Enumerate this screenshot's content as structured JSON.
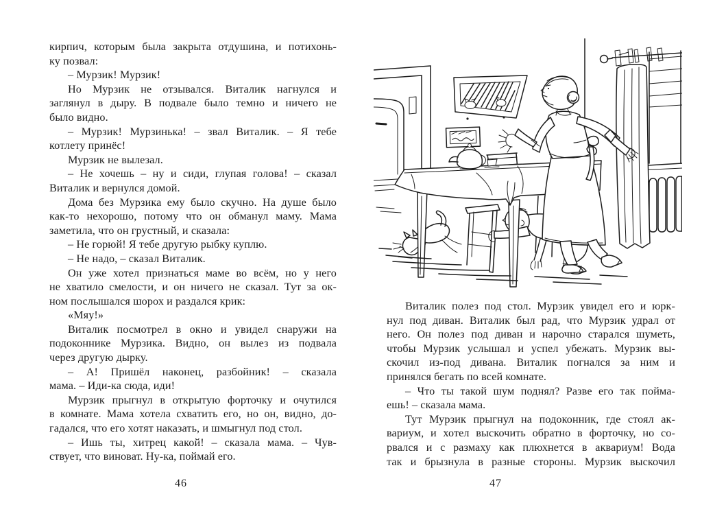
{
  "meta": {
    "document_type": "book-spread",
    "language": "ru"
  },
  "colors": {
    "paper": "#ffffff",
    "ink": "#1d1d1d"
  },
  "left_page": {
    "page_number": "46",
    "lines": [
      {
        "text": "кирпич, которым была закрыта отдушина, и потихонь-",
        "indent": false,
        "para_end": false
      },
      {
        "text": "ку позвал:",
        "indent": false,
        "para_end": true
      },
      {
        "text": "– Мурзик! Мурзик!",
        "indent": true,
        "para_end": true
      },
      {
        "text": "Но Мурзик не отзывался. Виталик нагнулся и",
        "indent": true,
        "para_end": false
      },
      {
        "text": "заглянул в дыру. В подвале было темно и ничего не",
        "indent": false,
        "para_end": false
      },
      {
        "text": "было видно.",
        "indent": false,
        "para_end": true
      },
      {
        "text": "– Мурзик! Мурзинька! – звал Виталик. – Я тебе",
        "indent": true,
        "para_end": false
      },
      {
        "text": "котлету принёс!",
        "indent": false,
        "para_end": true
      },
      {
        "text": "Мурзик не вылезал.",
        "indent": true,
        "para_end": true
      },
      {
        "text": "– Не хочешь – ну и сиди, глупая голова! – сказал",
        "indent": true,
        "para_end": false
      },
      {
        "text": "Виталик и вернулся домой.",
        "indent": false,
        "para_end": true
      },
      {
        "text": "Дома без Мурзика ему было скучно. На душе было",
        "indent": true,
        "para_end": false
      },
      {
        "text": "как-то нехорошо, потому что он обманул маму. Мама",
        "indent": false,
        "para_end": false
      },
      {
        "text": "заметила, что он грустный, и сказала:",
        "indent": false,
        "para_end": true
      },
      {
        "text": "– Не горюй! Я тебе другую рыбку куплю.",
        "indent": true,
        "para_end": true
      },
      {
        "text": "– Не надо, – сказал Виталик.",
        "indent": true,
        "para_end": true
      },
      {
        "text": "Он уже хотел признаться маме во всём, но у него",
        "indent": true,
        "para_end": false
      },
      {
        "text": "не хватило смелости, и он ничего не сказал. Тут за ок-",
        "indent": false,
        "para_end": false
      },
      {
        "text": "ном послышался шорох и раздался крик:",
        "indent": false,
        "para_end": true
      },
      {
        "text": "«Мяу!»",
        "indent": true,
        "para_end": true
      },
      {
        "text": "Виталик посмотрел в окно и увидел снаружи на",
        "indent": true,
        "para_end": false
      },
      {
        "text": "подоконнике Мурзика. Видно, он вылез из подвала",
        "indent": false,
        "para_end": false
      },
      {
        "text": "через другую дырку.",
        "indent": false,
        "para_end": true
      },
      {
        "text": "– А! Пришёл наконец, разбойник! – сказала",
        "indent": true,
        "para_end": false
      },
      {
        "text": "мама. – Иди-ка сюда, иди!",
        "indent": false,
        "para_end": true
      },
      {
        "text": "Мурзик прыгнул в открытую форточку и очутился",
        "indent": true,
        "para_end": false
      },
      {
        "text": "в комнате. Мама хотела схватить его, но он, видно, до-",
        "indent": false,
        "para_end": false
      },
      {
        "text": "гадался, что его хотят наказать, и шмыгнул под стол.",
        "indent": false,
        "para_end": true
      },
      {
        "text": "– Ишь ты, хитрец какой! – сказала мама. – Чув-",
        "indent": true,
        "para_end": false
      },
      {
        "text": "ствует, что виноват. Ну-ка, поймай его.",
        "indent": false,
        "para_end": true
      }
    ]
  },
  "right_page": {
    "page_number": "47",
    "illustration": {
      "description": "Black-and-white line drawing: a mother in an apron stands beside a table covered with a tablecloth with a teapot on it; a boy crawls on all fours under the table chasing a cat that runs away; an open door at left, a framed picture of cats and a small picture on the wall, a window with a curtain on a rod and a radiator at right.",
      "elements": [
        "open-door",
        "wall-picture-with-cats",
        "small-wall-picture",
        "teapot",
        "dining-table-with-tablecloth",
        "chairs",
        "running-cat",
        "crawling-boy",
        "mother-in-apron",
        "curtain-rod",
        "curtain",
        "window",
        "radiator",
        "floor-shading"
      ]
    },
    "lines": [
      {
        "text": "Виталик полез под стол. Мурзик увидел его и юрк-",
        "indent": true,
        "para_end": false
      },
      {
        "text": "нул под диван. Виталик был рад, что Мурзик удрал от",
        "indent": false,
        "para_end": false
      },
      {
        "text": "него. Он полез под диван и нарочно старался шуметь,",
        "indent": false,
        "para_end": false
      },
      {
        "text": "чтобы Мурзик услышал и успел убежать. Мурзик вы-",
        "indent": false,
        "para_end": false
      },
      {
        "text": "скочил из-под дивана. Виталик погнался за ним и",
        "indent": false,
        "para_end": false
      },
      {
        "text": "принялся бегать по всей комнате.",
        "indent": false,
        "para_end": true
      },
      {
        "text": "– Что ты такой шум поднял? Разве его так пойма-",
        "indent": true,
        "para_end": false
      },
      {
        "text": "ешь! – сказала мама.",
        "indent": false,
        "para_end": true
      },
      {
        "text": "Тут Мурзик прыгнул на подоконник, где стоял ак-",
        "indent": true,
        "para_end": false
      },
      {
        "text": "вариум, и хотел выскочить обратно в форточку, но со-",
        "indent": false,
        "para_end": false
      },
      {
        "text": "рвался и с размаху как плюхнется в аквариум! Вода",
        "indent": false,
        "para_end": false
      },
      {
        "text": "так и брызнула в разные стороны. Мурзик выскочил",
        "indent": false,
        "para_end": false
      }
    ]
  }
}
